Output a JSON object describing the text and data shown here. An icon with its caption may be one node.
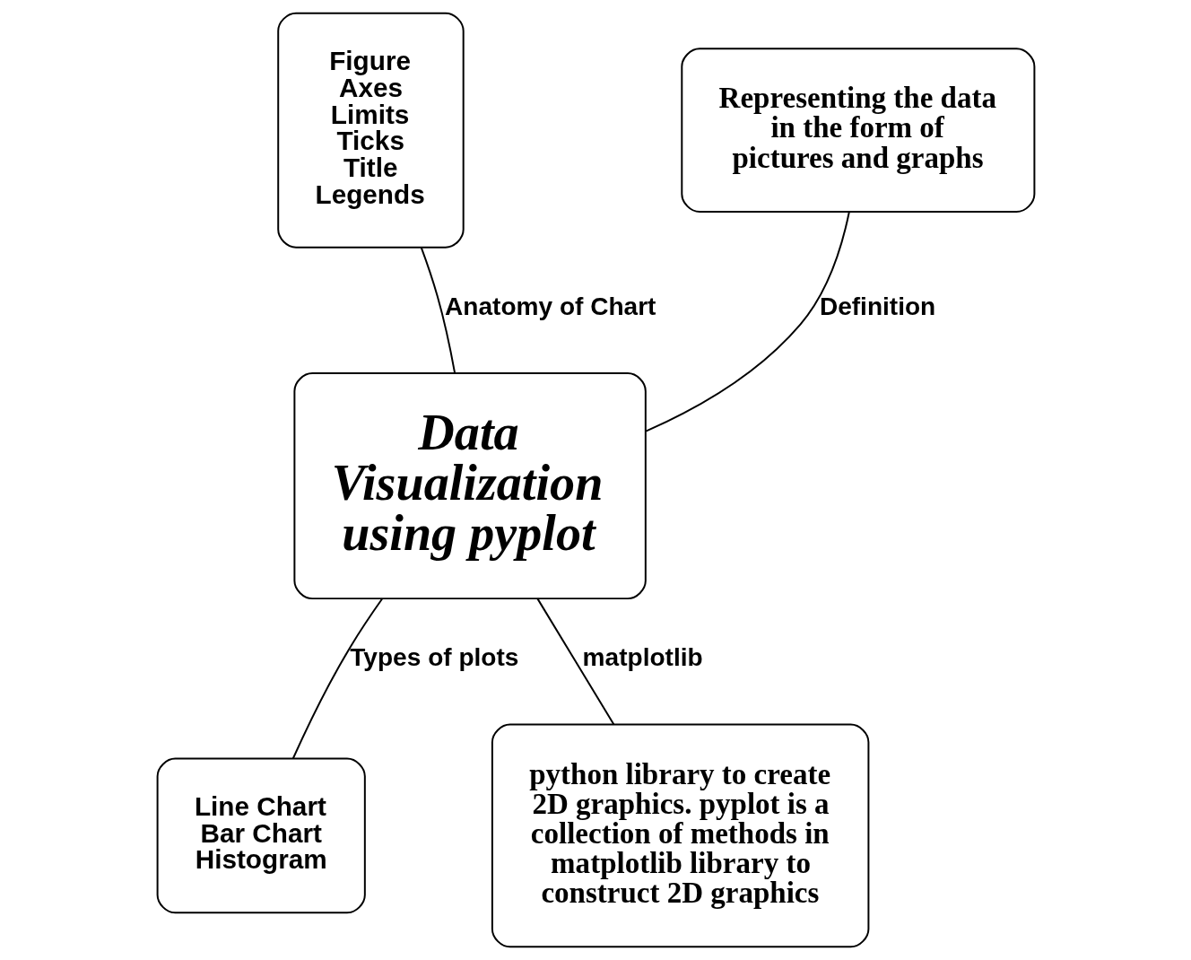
{
  "diagram": {
    "nodes": [
      {
        "text": [
          "Data Visualization using pyplot"
        ]
      },
      {
        "text": [
          "Figure",
          "Axes",
          "Limits",
          "Ticks",
          "Title",
          "Legends"
        ]
      },
      {
        "text": [
          "Representing the data in the form of pictures and graphs"
        ]
      },
      {
        "text": [
          "Line Chart",
          "Bar Chart",
          "Histogram"
        ]
      },
      {
        "text": [
          "python library to create 2D graphics. pyplot is a collection of methods in matplotlib library to construct 2D graphics"
        ]
      }
    ],
    "edges": [
      {
        "from": 0,
        "to": 1,
        "arrow": "none",
        "label": "Anatomy of Chart"
      },
      {
        "from": 0,
        "to": 2,
        "arrow": "none",
        "label": "Definition"
      },
      {
        "from": 0,
        "to": 3,
        "arrow": "none",
        "label": "Types of plots"
      },
      {
        "from": 0,
        "to": 4,
        "arrow": "none",
        "label": "matplotlib"
      }
    ]
  }
}
